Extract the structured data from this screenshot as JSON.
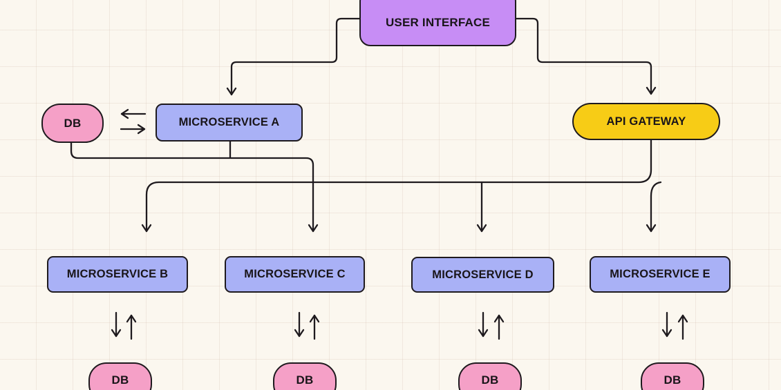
{
  "diagram": {
    "type": "architecture-flowchart",
    "nodes": {
      "ui": {
        "label": "USER INTERFACE",
        "shape": "rounded-rect",
        "color": "purple"
      },
      "msA": {
        "label": "MICROSERVICE A",
        "shape": "rounded-rect",
        "color": "periwinkle"
      },
      "apiGateway": {
        "label": "API GATEWAY",
        "shape": "pill",
        "color": "yellow"
      },
      "dbMain": {
        "label": "DB",
        "shape": "pill",
        "color": "pink"
      },
      "msB": {
        "label": "MICROSERVICE B",
        "shape": "rounded-rect",
        "color": "periwinkle"
      },
      "msC": {
        "label": "MICROSERVICE C",
        "shape": "rounded-rect",
        "color": "periwinkle"
      },
      "msD": {
        "label": "MICROSERVICE D",
        "shape": "rounded-rect",
        "color": "periwinkle"
      },
      "msE": {
        "label": "MICROSERVICE E",
        "shape": "rounded-rect",
        "color": "periwinkle"
      },
      "dbB": {
        "label": "DB",
        "shape": "pill",
        "color": "pink"
      },
      "dbC": {
        "label": "DB",
        "shape": "pill",
        "color": "pink"
      },
      "dbD": {
        "label": "DB",
        "shape": "pill",
        "color": "pink"
      },
      "dbE": {
        "label": "DB",
        "shape": "pill",
        "color": "pink"
      }
    },
    "edges": [
      {
        "from": "ui",
        "to": "msA",
        "style": "arrow"
      },
      {
        "from": "ui",
        "to": "apiGateway",
        "style": "arrow"
      },
      {
        "from": "msA",
        "to": "dbMain",
        "style": "arrow"
      },
      {
        "from": "dbMain",
        "to": "msA",
        "style": "arrow"
      },
      {
        "from": "msA",
        "to": "msC",
        "style": "arrow",
        "note": "trunk shared with dbMain"
      },
      {
        "from": "apiGateway",
        "to": "msB",
        "style": "arrow"
      },
      {
        "from": "apiGateway",
        "to": "msD",
        "style": "arrow"
      },
      {
        "from": "apiGateway",
        "to": "msE",
        "style": "arrow"
      },
      {
        "from": "msB",
        "to": "dbB",
        "style": "arrow-bidirectional"
      },
      {
        "from": "msC",
        "to": "dbC",
        "style": "arrow-bidirectional"
      },
      {
        "from": "msD",
        "to": "dbD",
        "style": "arrow-bidirectional"
      },
      {
        "from": "msE",
        "to": "dbE",
        "style": "arrow-bidirectional"
      }
    ],
    "colors": {
      "bg": "#FBF7EF",
      "grid": "rgba(214,192,178,0.28)",
      "ink": "#1E1A1E",
      "purple": "#C78DF5",
      "periwinkle": "#A9B1F6",
      "yellow": "#F7CC16",
      "pink": "#F5A0C7"
    }
  }
}
